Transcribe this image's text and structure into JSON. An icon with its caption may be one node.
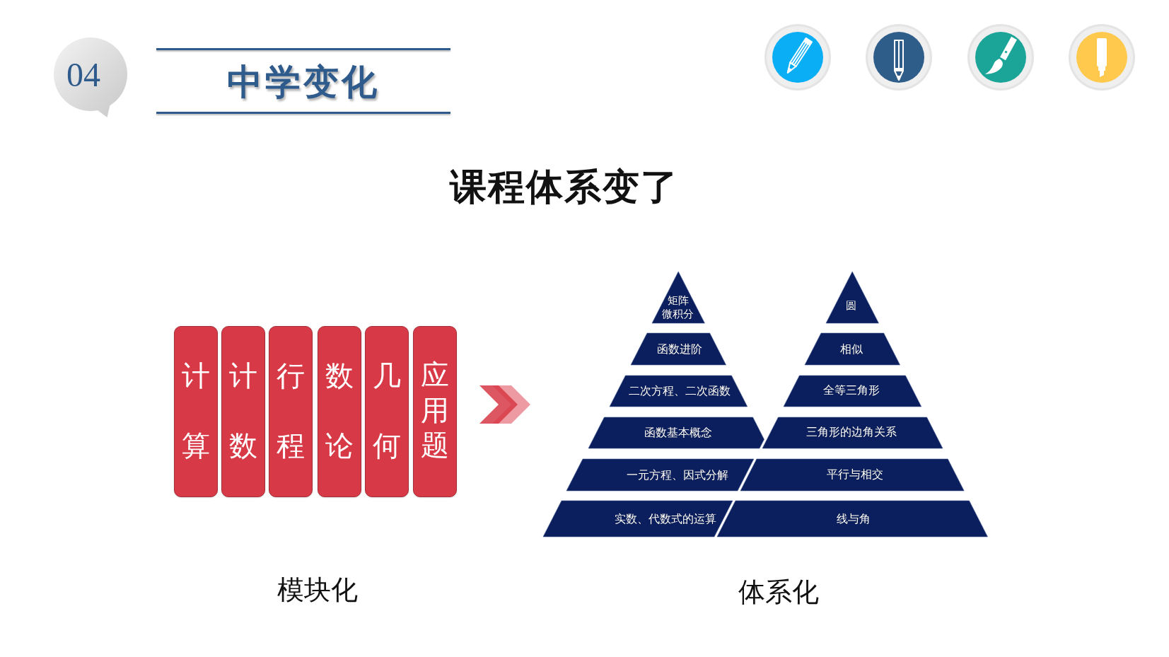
{
  "diagram": {
    "title": "中学变化",
    "nodes": [
      {
        "text": [
          "04"
        ]
      },
      {
        "text": [
          "计算"
        ]
      },
      {
        "text": [
          "计数"
        ]
      },
      {
        "text": [
          "行程"
        ]
      },
      {
        "text": [
          "数论"
        ]
      },
      {
        "text": [
          "几何"
        ]
      },
      {
        "text": [
          "应用题"
        ]
      },
      {
        "text": [
          "矩阵",
          "微积分"
        ]
      },
      {
        "text": [
          "函数进阶"
        ]
      },
      {
        "text": [
          "二次方程、二次函数"
        ]
      },
      {
        "text": [
          "函数基本概念"
        ]
      },
      {
        "text": [
          "一元方程、因式分解"
        ]
      },
      {
        "text": [
          "实数、代数式的运算"
        ]
      },
      {
        "text": [
          "圆"
        ]
      },
      {
        "text": [
          "相似"
        ]
      },
      {
        "text": [
          "全等三角形"
        ]
      },
      {
        "text": [
          "三角形的边角关系"
        ]
      },
      {
        "text": [
          "平行与相交"
        ]
      },
      {
        "text": [
          "线与角"
        ]
      }
    ],
    "labels": [
      "课程体系变了",
      "模块化",
      "体系化"
    ]
  }
}
